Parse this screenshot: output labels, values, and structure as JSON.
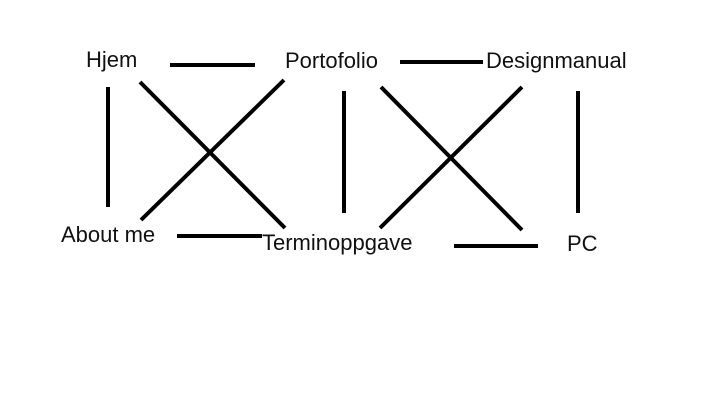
{
  "diagram": {
    "nodes": {
      "hjem": "Hjem",
      "portofolio": "Portofolio",
      "designmanual": "Designmanual",
      "about_me": "About me",
      "terminoppgave": "Terminoppgave",
      "pc": "PC"
    },
    "edges": [
      {
        "from": "Hjem",
        "to": "Portofolio"
      },
      {
        "from": "Portofolio",
        "to": "Designmanual"
      },
      {
        "from": "Hjem",
        "to": "About me"
      },
      {
        "from": "Hjem",
        "to": "Terminoppgave"
      },
      {
        "from": "Portofolio",
        "to": "About me"
      },
      {
        "from": "Portofolio",
        "to": "Terminoppgave"
      },
      {
        "from": "Portofolio",
        "to": "PC"
      },
      {
        "from": "Designmanual",
        "to": "Terminoppgave"
      },
      {
        "from": "Designmanual",
        "to": "PC"
      },
      {
        "from": "About me",
        "to": "Terminoppgave"
      },
      {
        "from": "Terminoppgave",
        "to": "PC"
      }
    ],
    "line_color": "#000000"
  }
}
